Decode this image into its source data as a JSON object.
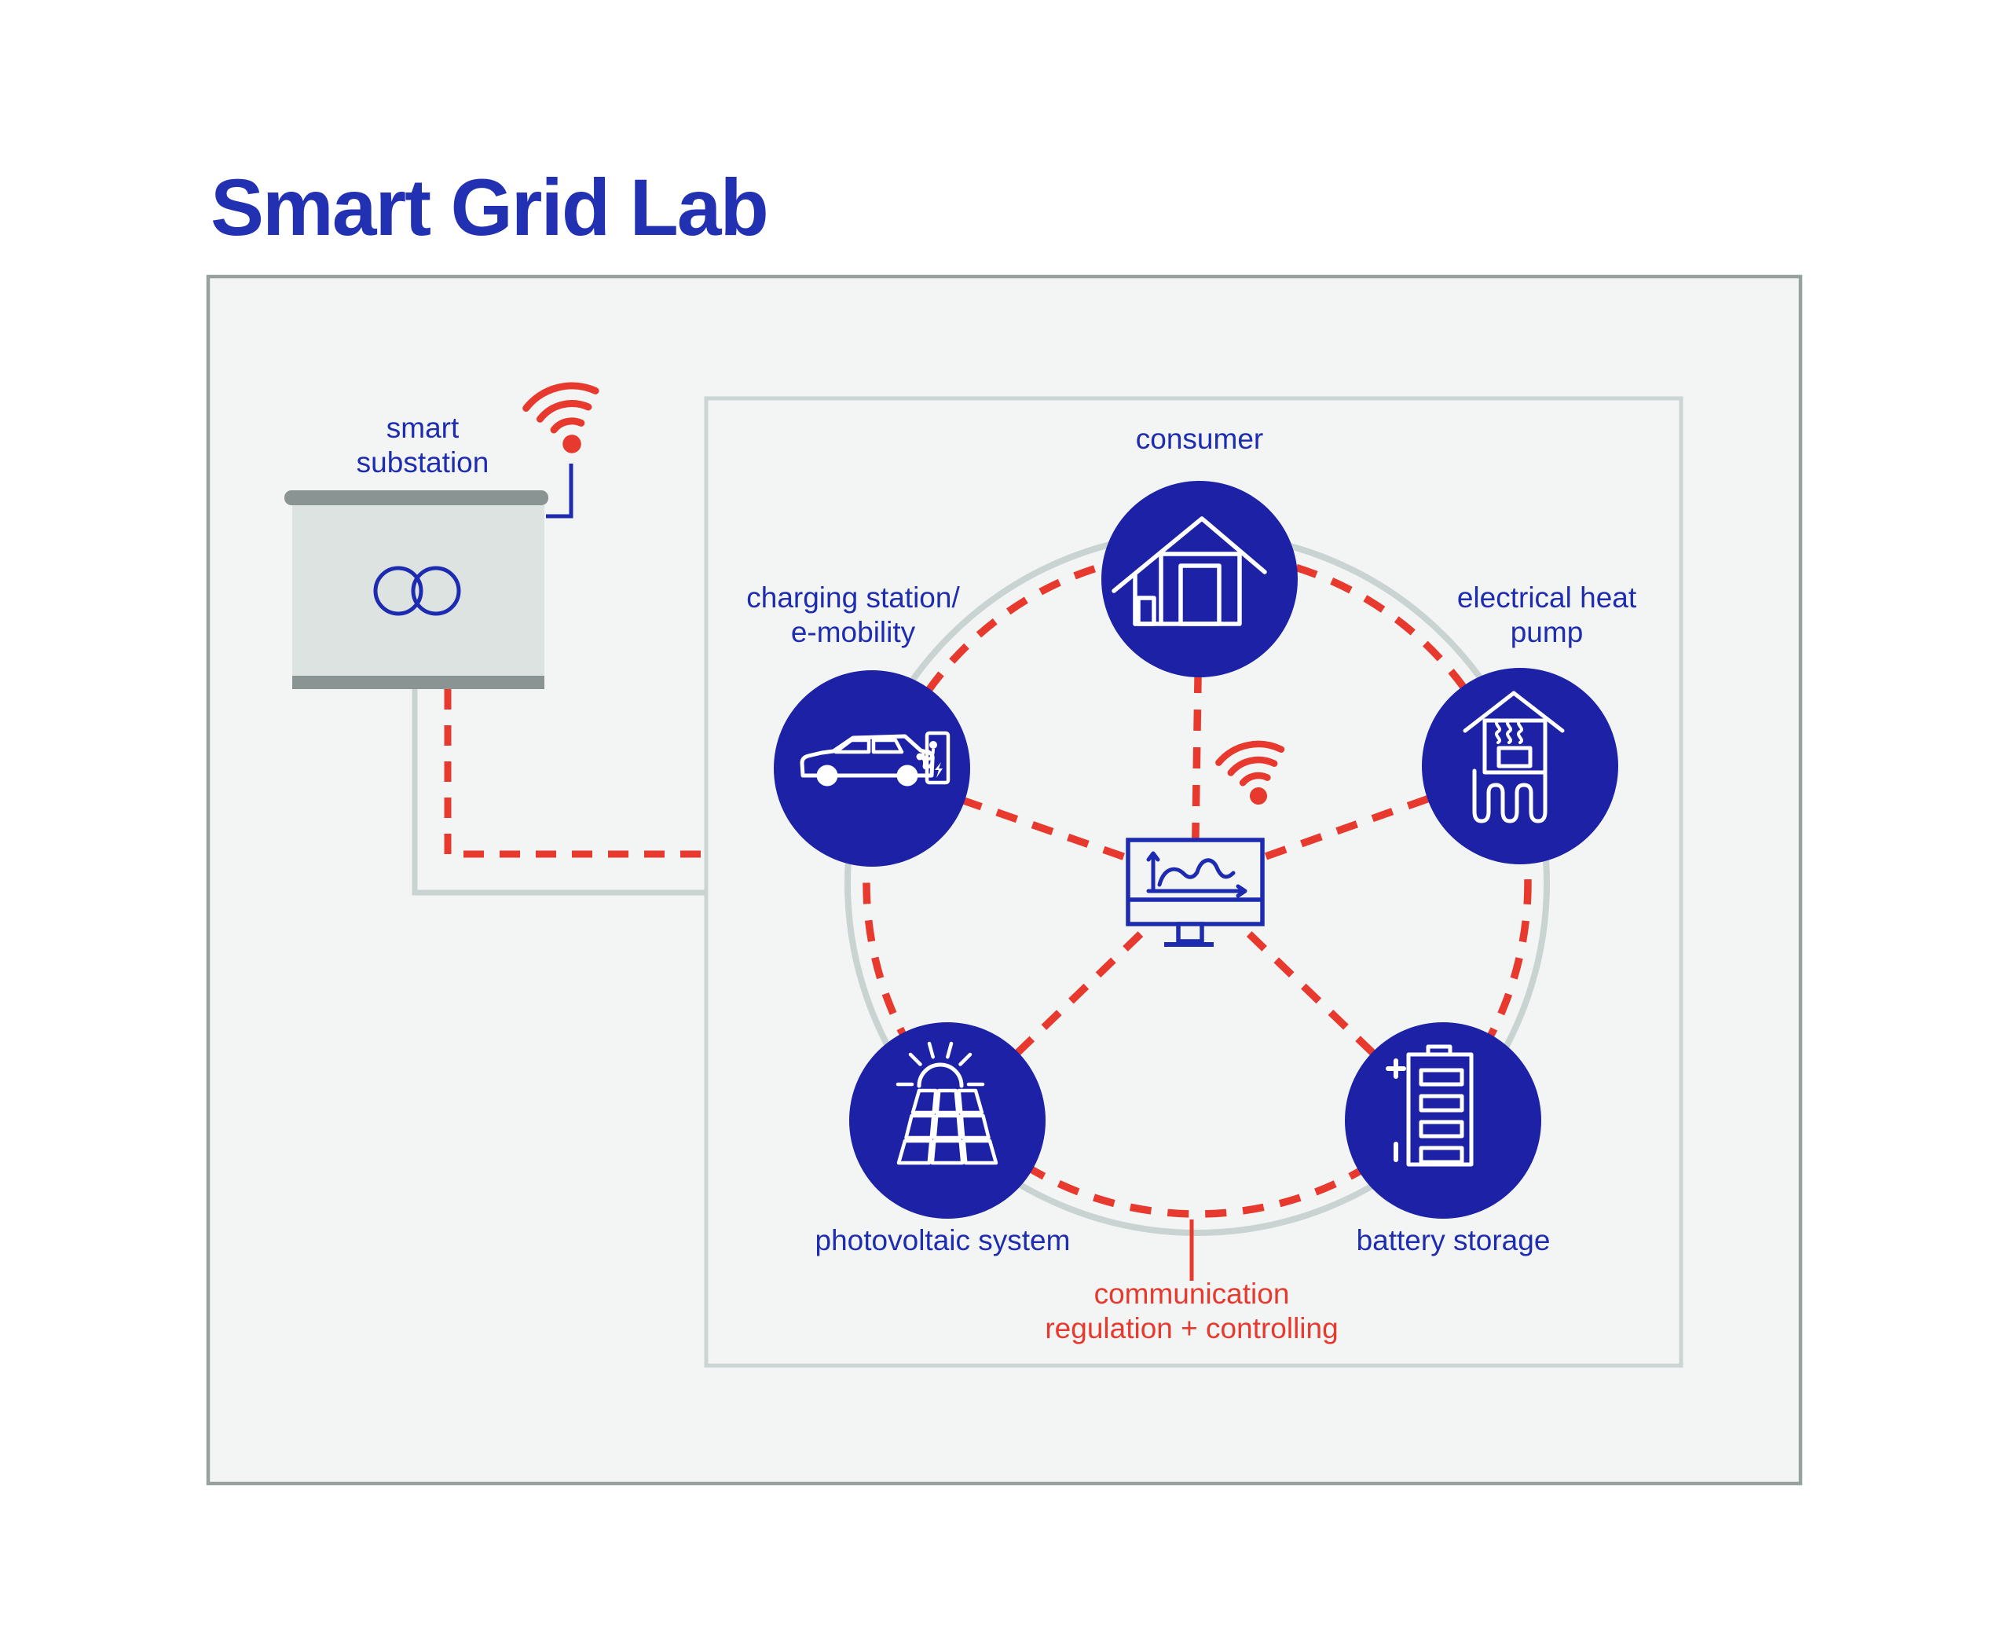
{
  "title": "Smart Grid Lab",
  "substation": {
    "label_lines": [
      "smart",
      "substation"
    ],
    "icon": "transformer-icon"
  },
  "diagram": {
    "nodes": [
      {
        "id": "consumer",
        "label_lines": [
          "consumer"
        ],
        "icon": "house-icon"
      },
      {
        "id": "charging-station",
        "label_lines": [
          "charging station/",
          "e-mobility"
        ],
        "icon": "ev-charging-icon"
      },
      {
        "id": "electrical-heat-pump",
        "label_lines": [
          "electrical heat",
          "pump"
        ],
        "icon": "heat-pump-icon"
      },
      {
        "id": "photovoltaic-system",
        "label_lines": [
          "photovoltaic system"
        ],
        "icon": "solar-panel-icon"
      },
      {
        "id": "battery-storage",
        "label_lines": [
          "battery storage"
        ],
        "icon": "battery-icon"
      }
    ],
    "hub": {
      "icon": "monitor-chart-icon"
    },
    "legend_lines": [
      "communication",
      "regulation + controlling"
    ]
  },
  "icons": {
    "wifi-icon": "three arcs + dot (὏6 style)",
    "transformer-icon": "two overlapping circles",
    "house-icon": "outlined house",
    "ev-charging-icon": "car + charging post with bolt",
    "heat-pump-icon": "house with heat waves + ground loops",
    "solar-panel-icon": "sun over 3x3 panel grid",
    "battery-icon": "battery with 4 cells, + and -",
    "monitor-chart-icon": "monitor with curve chart"
  },
  "colors": {
    "brand_blue": "#1c21a6",
    "text_blue": "#1e2cb0",
    "accent_red": "#e8392f",
    "panel_bg": "#f3f5f4",
    "outer_border": "#97a2a0",
    "inner_border": "#cbd5d3",
    "gray_ring": "#c9d3d1",
    "dark_gray_bar": "#8a9492",
    "substation_body": "#dde3e0",
    "icon_stroke": "#ffffff"
  }
}
